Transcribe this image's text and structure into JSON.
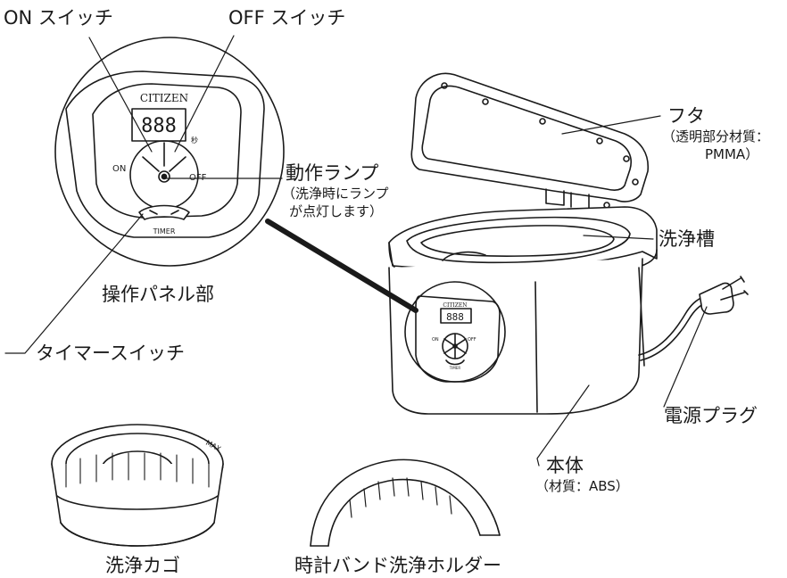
{
  "labels": {
    "on_switch": "ON スイッチ",
    "off_switch": "OFF スイッチ",
    "lid": "フタ",
    "lid_note_1": "（透明部分材質：",
    "lid_note_2": "PMMA）",
    "lamp": "動作ランプ",
    "lamp_note_1": "（洗浄時にランプ",
    "lamp_note_2": "が点灯します）",
    "tank": "洗浄槽",
    "panel": "操作パネル部",
    "timer_switch": "タイマースイッチ",
    "plug": "電源プラグ",
    "body": "本体",
    "body_note": "（材質：ABS）",
    "basket": "洗浄カゴ",
    "holder": "時計バンド洗浄ホルダー"
  },
  "panel_text": {
    "brand": "CITIZEN",
    "display": "888",
    "seconds_unit": "秒",
    "on": "ON",
    "off": "OFF",
    "timer": "TIMER",
    "max": "MAX"
  },
  "colors": {
    "line": "#1a1a1a",
    "fill": "#ffffff",
    "shade": "#bdbdbd"
  }
}
